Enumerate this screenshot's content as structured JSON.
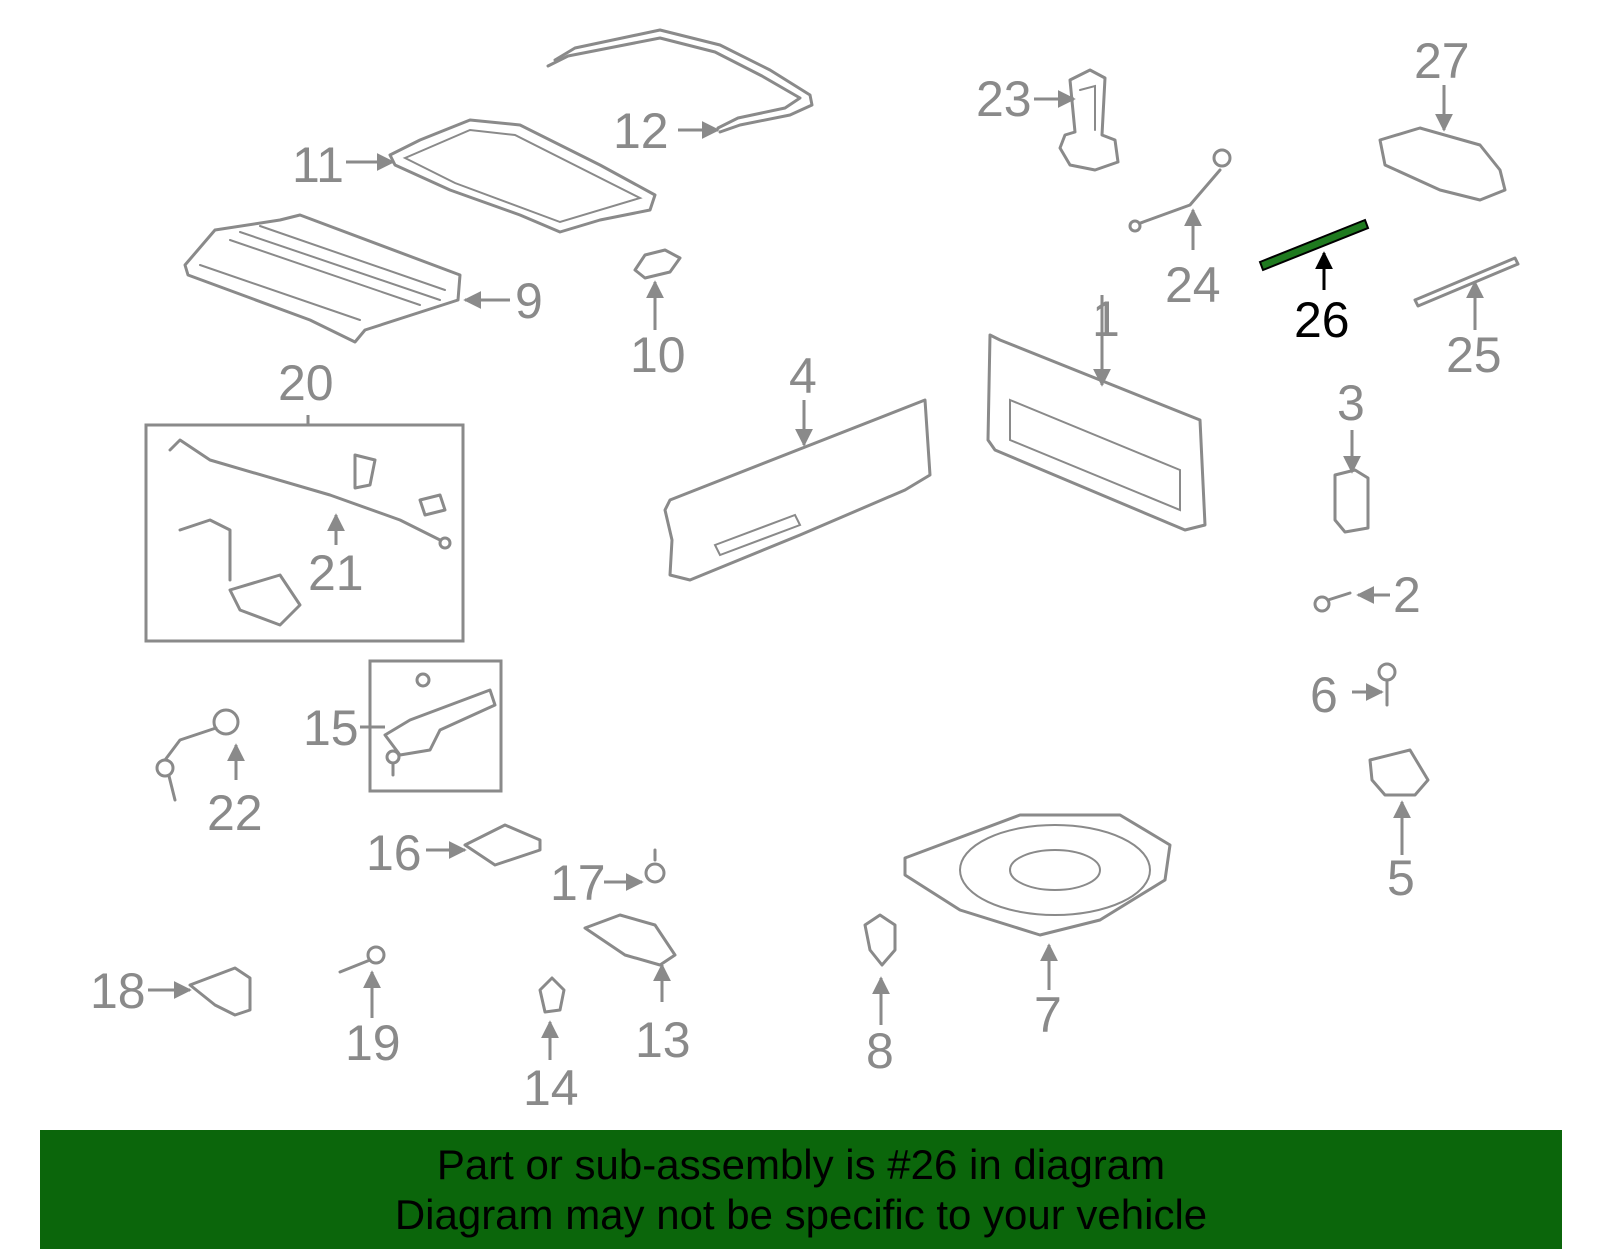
{
  "highlight_part": "26",
  "colors": {
    "highlight": "#1f7a1f",
    "banner": "#0b660b",
    "line": "#8a8a8a",
    "label": "#8a8a8a",
    "highlight_label": "#000000"
  },
  "callouts": [
    "1",
    "2",
    "3",
    "4",
    "5",
    "6",
    "7",
    "8",
    "9",
    "10",
    "11",
    "12",
    "13",
    "14",
    "15",
    "16",
    "17",
    "18",
    "19",
    "20",
    "21",
    "22",
    "23",
    "24",
    "25",
    "26",
    "27"
  ],
  "banner": {
    "line1": "Part or sub-assembly is #26 in diagram",
    "line2": "Diagram may not be specific to your vehicle"
  }
}
